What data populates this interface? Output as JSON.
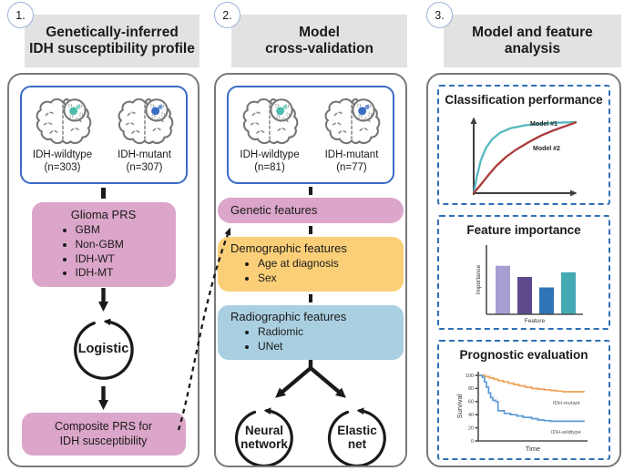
{
  "colors": {
    "panel_header_bg": "#e2e2e2",
    "panel_border": "#7a7a7a",
    "badge_border": "#9db3da",
    "cohort_border": "#3a6bc6",
    "pink_box": "#dba6c9",
    "orange_box": "#fbcf78",
    "blue_box": "#aacfe0",
    "dashed_section_border": "#2e6fb7",
    "arrow_black": "#1a1a1a",
    "wt_dot": "#4dbcab",
    "wt_dot_light": "#8ad6c8",
    "mut_dot": "#3a6fc1",
    "mut_dot_light": "#6d97d8"
  },
  "panel1": {
    "badge": "1.",
    "title_lines": [
      "Genetically-inferred",
      "IDH susceptibility profile"
    ],
    "cohort": [
      {
        "label": "IDH-wildtype",
        "n": "(n=303)"
      },
      {
        "label": "IDH-mutant",
        "n": "(n=307)"
      }
    ],
    "prs": {
      "title": "Glioma PRS",
      "items": [
        "GBM",
        "Non-GBM",
        "IDH-WT",
        "IDH-MT"
      ]
    },
    "model_label": "Logistic",
    "output_lines": [
      "Composite PRS for",
      "IDH susceptibility"
    ]
  },
  "panel2": {
    "badge": "2.",
    "title_lines": [
      "Model",
      "cross-validation"
    ],
    "cohort": [
      {
        "label": "IDH-wildtype",
        "n": "(n=81)"
      },
      {
        "label": "IDH-mutant",
        "n": "(n=77)"
      }
    ],
    "features": [
      {
        "title": "Genetic features",
        "items": []
      },
      {
        "title": "Demographic features",
        "items": [
          "Age at diagnosis",
          "Sex"
        ]
      },
      {
        "title": "Radiographic features",
        "items": [
          "Radiomic",
          "UNet"
        ]
      }
    ],
    "models": [
      {
        "lines": [
          "Neural",
          "network"
        ]
      },
      {
        "lines": [
          "Elastic",
          "net"
        ]
      }
    ]
  },
  "panel3": {
    "badge": "3.",
    "title_lines": [
      "Model and feature",
      "analysis"
    ]
  },
  "chart_data": [
    {
      "type": "line",
      "title": "Classification performance",
      "xlabel": "",
      "ylabel": "",
      "xlim": [
        0,
        1
      ],
      "ylim": [
        0,
        1
      ],
      "grid": false,
      "legend_position": "inline-labels",
      "series": [
        {
          "name": "Model #1",
          "color": "#56b8c0",
          "points": [
            [
              0,
              0
            ],
            [
              0.03,
              0.22
            ],
            [
              0.07,
              0.45
            ],
            [
              0.12,
              0.62
            ],
            [
              0.18,
              0.74
            ],
            [
              0.26,
              0.83
            ],
            [
              0.36,
              0.89
            ],
            [
              0.5,
              0.93
            ],
            [
              0.65,
              0.95
            ],
            [
              0.8,
              0.965
            ],
            [
              1,
              0.975
            ]
          ]
        },
        {
          "name": "Model #2",
          "color": "#a93a3a",
          "points": [
            [
              0,
              0
            ],
            [
              0.06,
              0.1
            ],
            [
              0.14,
              0.24
            ],
            [
              0.22,
              0.37
            ],
            [
              0.32,
              0.5
            ],
            [
              0.42,
              0.6
            ],
            [
              0.54,
              0.7
            ],
            [
              0.66,
              0.79
            ],
            [
              0.78,
              0.86
            ],
            [
              0.9,
              0.92
            ],
            [
              1,
              0.97
            ]
          ]
        }
      ]
    },
    {
      "type": "bar",
      "title": "Feature importance",
      "xlabel": "Feature",
      "ylabel": "Importance",
      "ylim": [
        0,
        1
      ],
      "grid": false,
      "categories": [
        "",
        "",
        "",
        ""
      ],
      "values": [
        0.74,
        0.57,
        0.41,
        0.64
      ],
      "colors": [
        "#a79ed2",
        "#5c4a8c",
        "#2e74b6",
        "#45aab4"
      ]
    },
    {
      "type": "line",
      "subtype": "step-survival",
      "title": "Prognostic evaluation",
      "xlabel": "Time",
      "ylabel": "Survival",
      "xlim": [
        0,
        1
      ],
      "ylim": [
        0,
        100
      ],
      "grid": false,
      "yticks": [
        100,
        80,
        60,
        40,
        20,
        0
      ],
      "series": [
        {
          "name": "IDH-mutant",
          "color": "#f0a259",
          "points": [
            [
              0,
              100
            ],
            [
              0.06,
              98
            ],
            [
              0.1,
              96
            ],
            [
              0.14,
              94
            ],
            [
              0.18,
              92
            ],
            [
              0.23,
              90
            ],
            [
              0.28,
              88
            ],
            [
              0.33,
              86
            ],
            [
              0.38,
              84
            ],
            [
              0.44,
              82
            ],
            [
              0.5,
              80
            ],
            [
              0.56,
              79
            ],
            [
              0.62,
              78
            ],
            [
              0.68,
              77
            ],
            [
              0.74,
              76
            ],
            [
              0.8,
              75
            ],
            [
              1,
              74
            ]
          ]
        },
        {
          "name": "IDH-wildtype",
          "color": "#5b9bd5",
          "points": [
            [
              0,
              100
            ],
            [
              0.03,
              97
            ],
            [
              0.05,
              90
            ],
            [
              0.07,
              82
            ],
            [
              0.09,
              73
            ],
            [
              0.11,
              66
            ],
            [
              0.13,
              62
            ],
            [
              0.16,
              60
            ],
            [
              0.18,
              46
            ],
            [
              0.24,
              42
            ],
            [
              0.3,
              40
            ],
            [
              0.36,
              38
            ],
            [
              0.42,
              36
            ],
            [
              0.5,
              34
            ],
            [
              0.56,
              32
            ],
            [
              0.62,
              31
            ],
            [
              0.68,
              30
            ],
            [
              1,
              29
            ]
          ]
        }
      ]
    }
  ]
}
